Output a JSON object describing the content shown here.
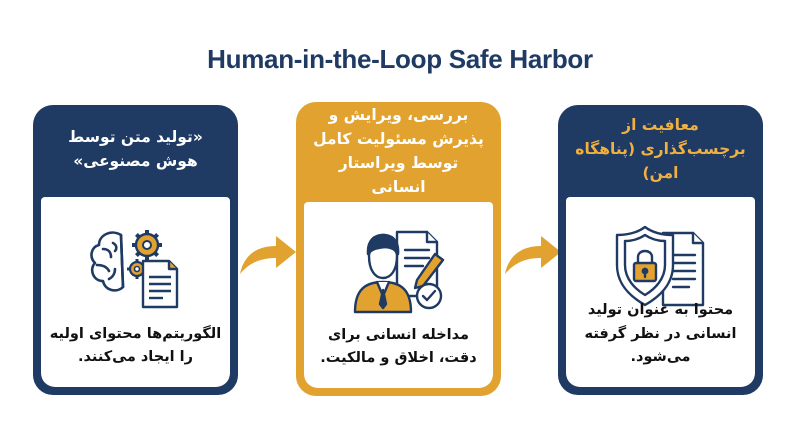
{
  "title": "Human-in-the-Loop Safe Harbor",
  "cards": [
    {
      "title": "«تولید متن توسط هوش مصنوعی»",
      "description": "الگوریتم‌ها محتوای اولیه را ایجاد می‌کنند.",
      "icon": "brain-gears-document-icon",
      "color": "#1f3a63"
    },
    {
      "title": "بررسی، ویرایش و پذیرش مسئولیت کامل توسط ویراستار انسانی",
      "description": "مداخله انسانی برای دقت، اخلاق و مالکیت.",
      "icon": "editor-person-document-icon",
      "color": "#e2a22f"
    },
    {
      "title": "معافیت از برچسب‌گذاری (پناهگاه امن)",
      "description": "محتوا به عنوان تولید انسانی در نظر گرفته می‌شود.",
      "icon": "shield-lock-document-icon",
      "color": "#1f3a63",
      "title_color": "#f0b140"
    }
  ],
  "arrows": [
    "right-arrow-icon",
    "right-arrow-icon"
  ]
}
